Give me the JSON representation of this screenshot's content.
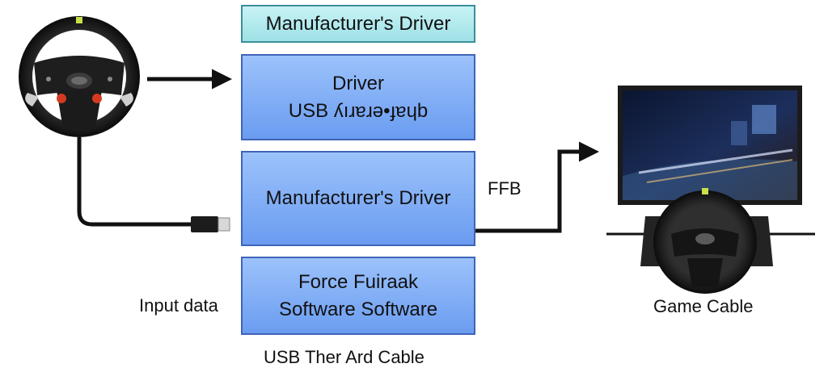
{
  "boxes": {
    "top": {
      "text": "Manufacturer's Driver"
    },
    "driver": {
      "line1": "Driver",
      "line2": "USB ʎıɹɐɹǝ•ɟɐɥb"
    },
    "middle": {
      "text": "Manufacturer's Driver"
    },
    "bottom": {
      "line1": "Force Fuiraak",
      "line2": "Software Software"
    }
  },
  "labels": {
    "ffb": "FFB",
    "input_data": "Input data",
    "game_cable": "Game Cable",
    "usb_caption": "USB Ther Ard Cable"
  },
  "colors": {
    "box_blue": "#7aa8f4",
    "box_teal": "#a9e6ea",
    "box_border": "#3f64b8",
    "arrow": "#111111",
    "wheel_accent": "#c9e04a",
    "button_red": "#d43a1f"
  }
}
